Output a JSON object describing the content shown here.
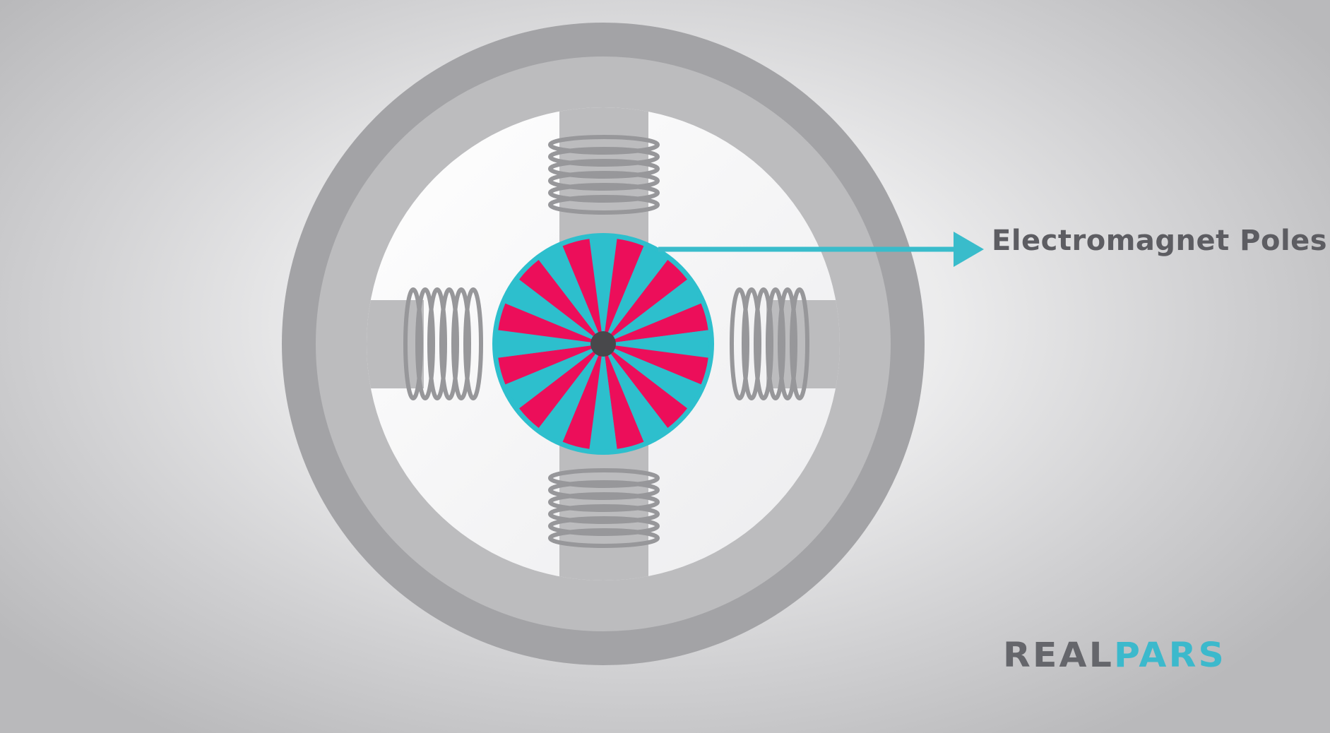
{
  "diagram": {
    "annotation": {
      "label": "Electromagnet Poles"
    },
    "brand": {
      "part1": "REAL",
      "part2": "PARS"
    },
    "rotor": {
      "segments": 24,
      "colors": [
        "#2dbfcd",
        "#ec0e5a"
      ]
    },
    "colors": {
      "stator_outer": "#a3a3a6",
      "stator_inner": "#bcbcbe",
      "cavity": "#f3f3f4",
      "coil": "#97979a",
      "arrow": "#39bccb",
      "hub": "#48484b",
      "brand_dark": "#65666b",
      "brand_accent": "#3cb9cc"
    }
  }
}
